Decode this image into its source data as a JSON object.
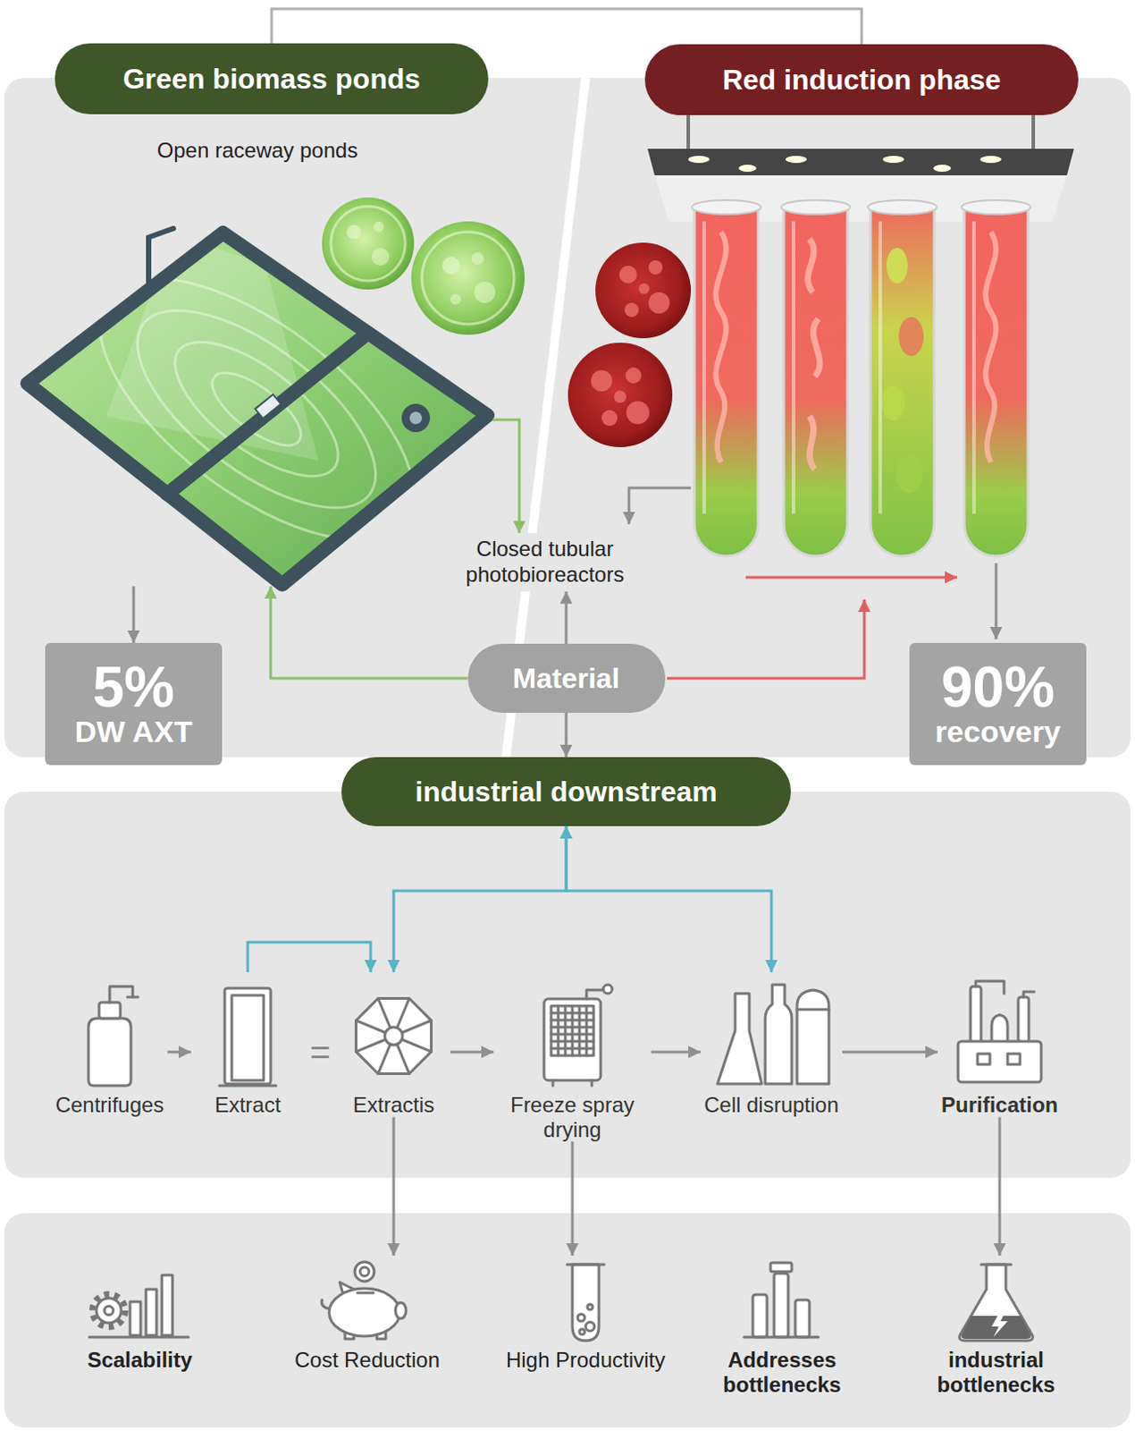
{
  "diagram": {
    "nodes": [
      {
        "text": [
          "Green biomass ponds"
        ]
      },
      {
        "text": [
          "Red induction phase"
        ]
      },
      {
        "text": [
          "Open raceway ponds"
        ]
      },
      {
        "text": [
          "Closed tubular photobioreactors"
        ]
      },
      {
        "text": [
          "5%",
          "DW AXT"
        ]
      },
      {
        "text": [
          "Material"
        ]
      },
      {
        "text": [
          "90%",
          "recovery"
        ]
      },
      {
        "text": [
          "industrial downstream"
        ]
      },
      {
        "text": [
          "Centrifuges"
        ]
      },
      {
        "text": [
          "Extract"
        ]
      },
      {
        "text": [
          "Extractis"
        ]
      },
      {
        "text": [
          "Freeze spray drying"
        ]
      },
      {
        "text": [
          "Cell disruption"
        ]
      },
      {
        "text": [
          "Purification"
        ]
      },
      {
        "text": [
          "Scalability"
        ]
      },
      {
        "text": [
          "Cost Reduction"
        ]
      },
      {
        "text": [
          "High Productivity"
        ]
      },
      {
        "text": [
          "Addresses bottlenecks"
        ]
      },
      {
        "text": [
          "industrial bottlenecks"
        ]
      }
    ],
    "edges": [
      {
        "from": 0,
        "to": 1,
        "arrow": "none"
      },
      {
        "from": 2,
        "to": 4,
        "arrow": "to"
      },
      {
        "from": 5,
        "to": 2,
        "arrow": "to"
      },
      {
        "from": 2,
        "to": 3,
        "arrow": "to"
      },
      {
        "from": 5,
        "to": 3,
        "arrow": "to"
      },
      {
        "from": 5,
        "to": 7,
        "arrow": "to"
      },
      {
        "from": 8,
        "to": 9,
        "arrow": "to"
      },
      {
        "from": 9,
        "to": 10,
        "arrow": "to"
      },
      {
        "from": 7,
        "to": 10,
        "arrow": "both"
      },
      {
        "from": 7,
        "to": 12,
        "arrow": "both"
      },
      {
        "from": 10,
        "to": 11,
        "arrow": "to"
      },
      {
        "from": 11,
        "to": 12,
        "arrow": "to"
      },
      {
        "from": 12,
        "to": 13,
        "arrow": "to"
      },
      {
        "from": 10,
        "to": 15,
        "arrow": "to"
      },
      {
        "from": 11,
        "to": 16,
        "arrow": "to"
      },
      {
        "from": 13,
        "to": 18,
        "arrow": "to"
      }
    ],
    "labels": [
      "="
    ]
  }
}
